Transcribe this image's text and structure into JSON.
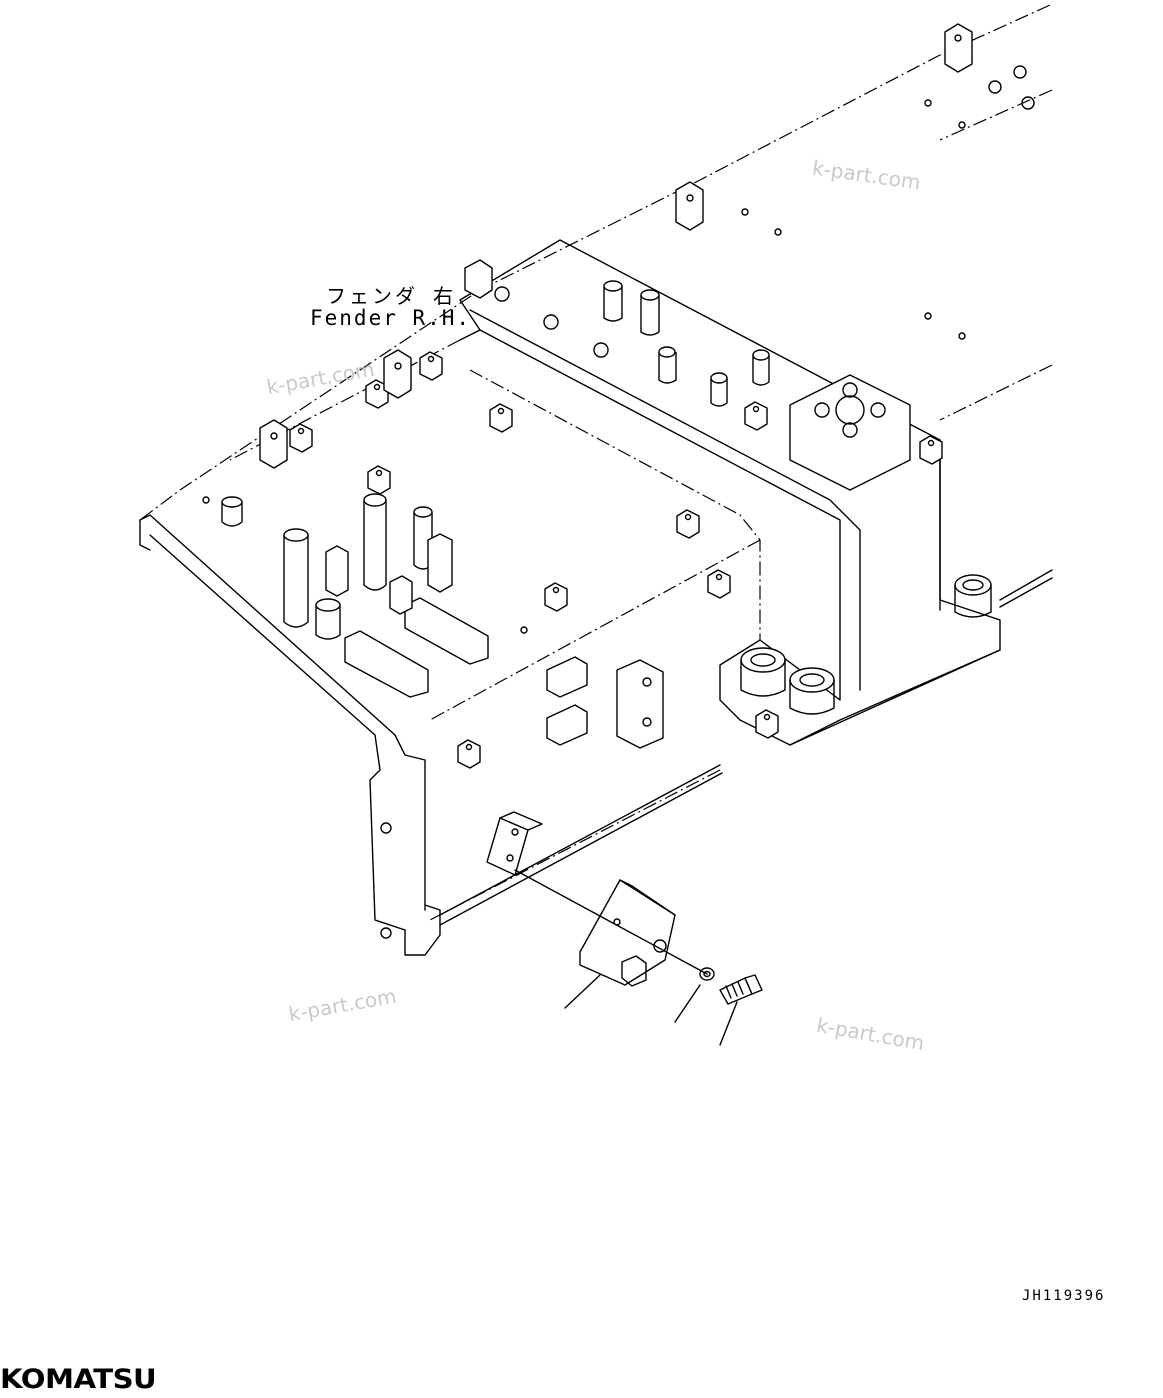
{
  "labels": {
    "fender_ja": "フェンダ 右",
    "fender_en": "Fender R.H.",
    "drawing_number": "JH119396"
  },
  "watermarks": [
    "k-part.com",
    "k-part.com",
    "k-part.com",
    "k-part.com"
  ],
  "brand": {
    "logo_text": "KOMATSU",
    "color": "#000000"
  }
}
